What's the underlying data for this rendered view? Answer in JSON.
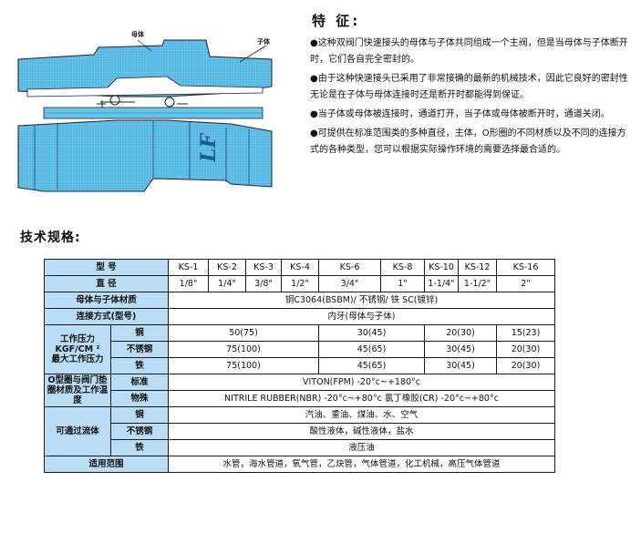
{
  "diagram": {
    "label_mother": "母体",
    "label_child": "子体",
    "logo": "LF"
  },
  "features": {
    "title": "特 征:",
    "items": [
      "●这种双阀门快速接头的母体与子体共同组成一个主阀，但是当母体与子体断开时，它们各自完全密封的。",
      "●由于这种快速接头已采用了非常接确的最新的机械技术，因此它良好的密封性无论是在子体与母体连接时还是断开时都能得到保证。",
      "●当子体或母体被连接时，通道打开，当子体或母体被断开时，通道关闭。",
      "●可提供在标准范围类的多种直径，主体，O形圈的不同材质以及不同的连接方式的各种类型，您可以根据实际操作环境的需要选择最合适的。"
    ]
  },
  "spec": {
    "title": "技术规格:",
    "model_label": "型   号",
    "models": [
      "KS-1",
      "KS-2",
      "KS-3",
      "KS-4",
      "KS-6",
      "KS-8",
      "KS-10",
      "KS-12",
      "KS-16"
    ],
    "diameter_label": "直   径",
    "diameters": [
      "1/8\"",
      "1/4\"",
      "3/8\"",
      "1/2\"",
      "3/4\"",
      "1\"",
      "1-1/4\"",
      "1-1/2\"",
      "2\""
    ],
    "material_label": "母体与子体材质",
    "material_value": "铜C3064(BSBM)/ 不锈钢/ 铁 SC(镀锌)",
    "connection_label": "连接方式(型号)",
    "connection_value": "内牙(母体与子体)",
    "pressure_label_1": "工作压力",
    "pressure_label_2": "KGF/CM ²",
    "pressure_label_3": "最大工作压力",
    "pressure_rows": [
      {
        "material": "铜",
        "v1": "50(75)",
        "v2": "30(45)",
        "v3": "20(30)",
        "v4": "15(23)"
      },
      {
        "material": "不锈钢",
        "v1": "75(100)",
        "v2": "45(65)",
        "v3": "30(45)",
        "v4": "20(30)"
      },
      {
        "material": "铁",
        "v1": "75(100)",
        "v2": "45(65)",
        "v3": "30(45)",
        "v4": "20(30)"
      }
    ],
    "oring_label": "O型圈与阀门垫圈材质及工作温度",
    "oring_rows": [
      {
        "type": "标准",
        "value": "VITON(FPM)  -20°c~+180°c"
      },
      {
        "type": "物殊",
        "value": "NITRILE  RUBBER(NBR)  -20°c~+80°c 氯丁橡胶(CR)  -20°c~+80°c"
      }
    ],
    "fluid_label": "可通过流体",
    "fluid_rows": [
      {
        "material": "铜",
        "value": "汽油、重油、煤油、水、空气"
      },
      {
        "material": "不锈钢",
        "value": "酸性液体，碱性液体，盐水"
      },
      {
        "material": "铁",
        "value": "液压油"
      }
    ],
    "usage_label": "适用范围",
    "usage_value": "水管，海水管道，氧气管，乙炔管，气体管道，化工机械，高压气体管道"
  }
}
